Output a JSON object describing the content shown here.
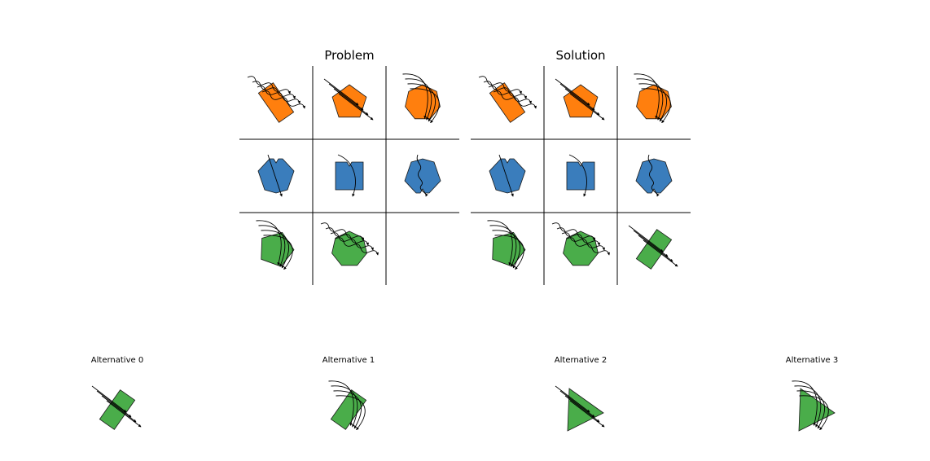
{
  "panels": [
    {
      "title": "Problem"
    },
    {
      "title": "Solution"
    }
  ],
  "alternatives": [
    {
      "title": "Alternative 0"
    },
    {
      "title": "Alternative 1"
    },
    {
      "title": "Alternative 2"
    },
    {
      "title": "Alternative 3"
    }
  ],
  "colors": {
    "orange": "#ff7f0e",
    "blue": "#3a7dbc",
    "green": "#4aad4a",
    "line": "#000000"
  },
  "grid": {
    "rows": [
      {
        "color": "orange",
        "cells": [
          {
            "shape": "rect",
            "rotation": -35,
            "arrows": "wavy-bundle"
          },
          {
            "shape": "pentagon",
            "rotation": 0,
            "arrows": "straight-bundle"
          },
          {
            "shape": "heptagon",
            "rotation": 0,
            "arrows": "curved-bundle"
          }
        ]
      },
      {
        "color": "blue",
        "cells": [
          {
            "shape": "notched-pentagon",
            "rotation": 0,
            "arrows": "single-straight"
          },
          {
            "shape": "notched-square",
            "rotation": 0,
            "arrows": "single-curved"
          },
          {
            "shape": "notched-pentagon",
            "rotation": 180,
            "arrows": "single-wavy"
          }
        ]
      },
      {
        "color": "green",
        "cells": [
          {
            "shape": "pentagon",
            "rotation": 20,
            "arrows": "curved-bundle"
          },
          {
            "shape": "heptagon",
            "rotation": 0,
            "arrows": "wavy-bundle"
          },
          {
            "shape": "empty"
          }
        ]
      }
    ],
    "solution_last_cell": {
      "shape": "rect",
      "rotation": 35,
      "arrows": "straight-bundle"
    }
  },
  "alternative_items": [
    {
      "shape": "rect",
      "rotation": 35,
      "arrows": "straight-bundle"
    },
    {
      "shape": "rect",
      "rotation": 35,
      "arrows": "curved-bundle"
    },
    {
      "shape": "triangle",
      "rotation": 0,
      "arrows": "straight-bundle"
    },
    {
      "shape": "triangle",
      "rotation": 0,
      "arrows": "curved-bundle"
    }
  ]
}
